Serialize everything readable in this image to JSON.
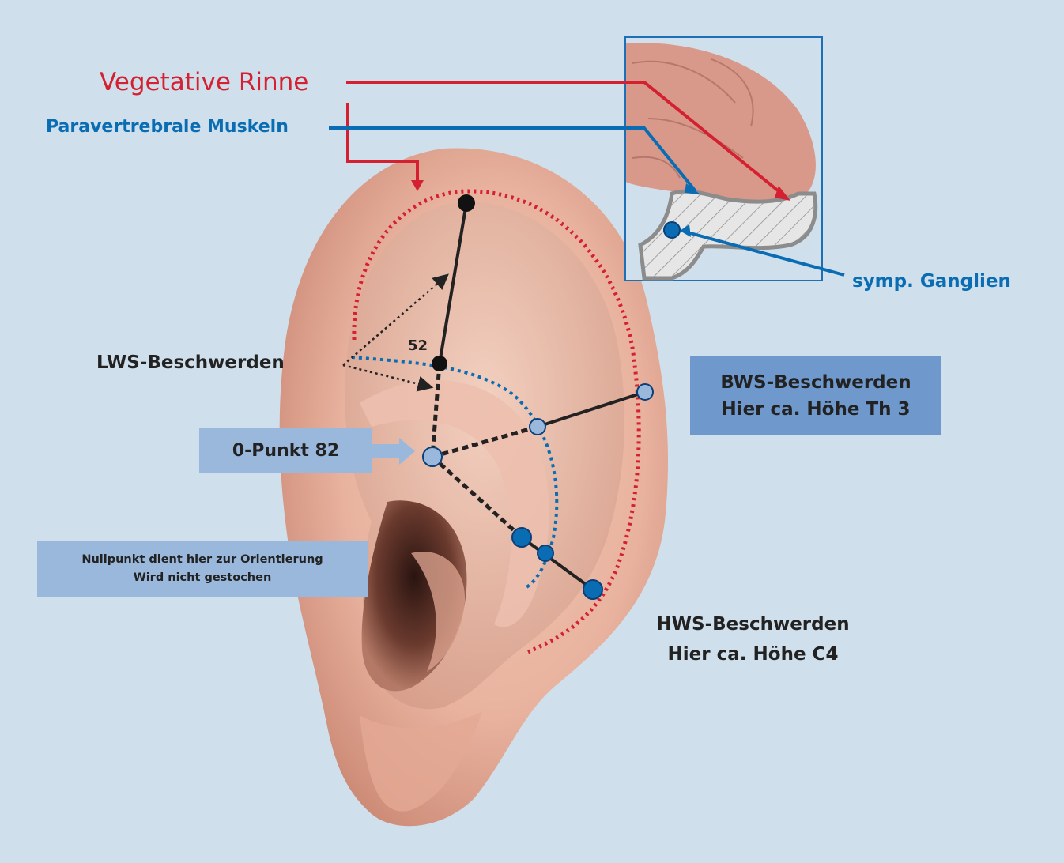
{
  "labels": {
    "vegetative_rinne": "Vegetative Rinne",
    "paravertebrale_muskeln": "Paravertrebrale Muskeln",
    "symp_ganglien": "symp. Ganglien",
    "lws": "LWS-Beschwerden",
    "point_number": "52",
    "null_point": "0-Punkt 82",
    "bws_line1": "BWS-Beschwerden",
    "bws_line2": "Hier ca. Höhe Th 3",
    "null_note_line1": "Nullpunkt dient hier zur Orientierung",
    "null_note_line2": "Wird nicht gestochen",
    "hws_line1": "HWS-Beschwerden",
    "hws_line2": "Hier ca. Höhe C4"
  },
  "colors": {
    "background": "#cfe0ec",
    "red": "#d42030",
    "blue": "#0a6db3",
    "box_fill": "#9ab8dc",
    "box_fill_dark": "#6f98cc",
    "skin": "#e7b19d",
    "skin_dark": "#c98a76",
    "text": "#222222"
  }
}
